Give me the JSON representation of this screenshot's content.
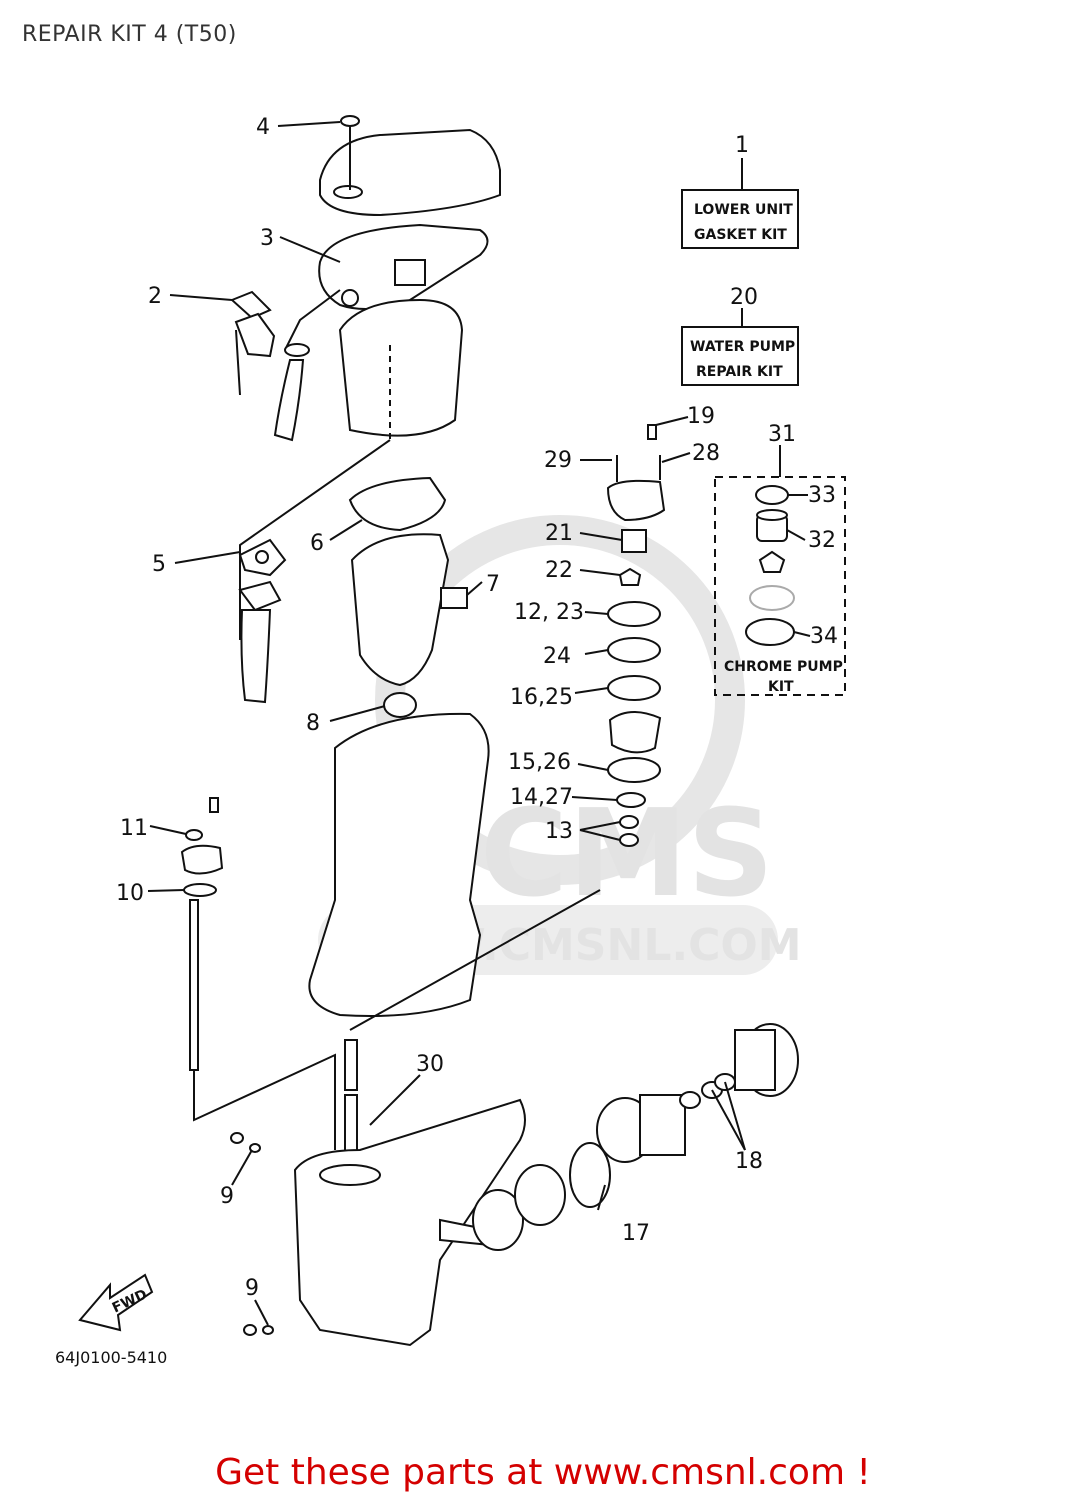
{
  "header": {
    "title": "REPAIR KIT 4 (T50)"
  },
  "kits": {
    "lower_unit": {
      "line1": "LOWER UNIT",
      "line2": "GASKET KIT"
    },
    "water_pump": {
      "line1": "WATER PUMP",
      "line2": "REPAIR KIT"
    },
    "chrome_pump": {
      "line1": "CHROME PUMP",
      "line2": "KIT"
    }
  },
  "callouts": {
    "c1": "1",
    "c2": "2",
    "c3": "3",
    "c4": "4",
    "c5": "5",
    "c6": "6",
    "c7": "7",
    "c8": "8",
    "c9a": "9",
    "c9b": "9",
    "c10": "10",
    "c11": "11",
    "c12_23": "12, 23",
    "c13": "13",
    "c14_27": "14,27",
    "c15_26": "15,26",
    "c16_25": "16,25",
    "c17": "17",
    "c18": "18",
    "c19": "19",
    "c20": "20",
    "c21": "21",
    "c22": "22",
    "c24": "24",
    "c28": "28",
    "c29": "29",
    "c30": "30",
    "c31": "31",
    "c32": "32",
    "c33": "33",
    "c34": "34"
  },
  "fwd_label": "FWD",
  "watermark": {
    "brand": "CMS",
    "url": "WWW.CMSNL.COM"
  },
  "footer": {
    "doc_number": "64J0100-5410",
    "cta": "Get these parts at www.cmsnl.com !"
  },
  "colors": {
    "cta": "#d40000",
    "watermark": "#e3e3e3",
    "ink": "#111111"
  }
}
